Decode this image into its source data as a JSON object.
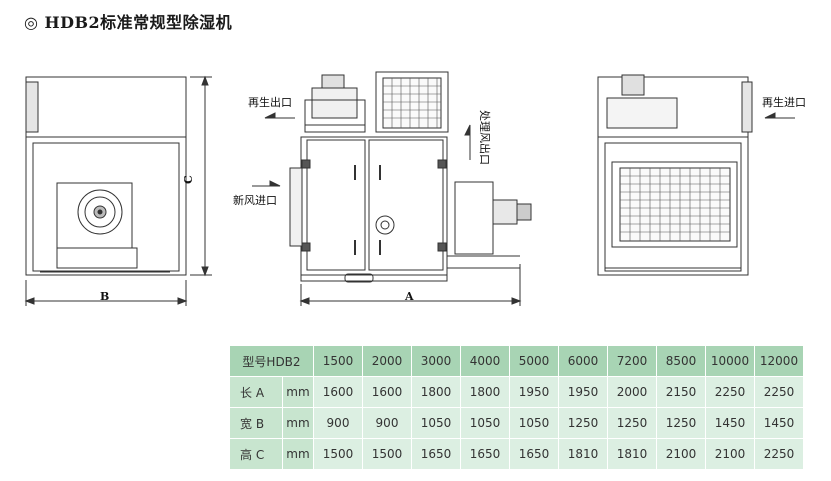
{
  "title": "◎ HDB2标准常规型除湿机",
  "drawing_labels": {
    "regen_outlet": "再生出口",
    "fresh_air_inlet": "新风进口",
    "process_outlet": "处理风出口",
    "regen_inlet": "再生进口",
    "dim_a": "A",
    "dim_b": "B",
    "dim_c": "C"
  },
  "table": {
    "header_label": "型号HDB2",
    "models": [
      "1500",
      "2000",
      "3000",
      "4000",
      "5000",
      "6000",
      "7200",
      "8500",
      "10000",
      "12000"
    ],
    "rows": [
      {
        "label": "长 A",
        "unit": "mm",
        "values": [
          "1600",
          "1600",
          "1800",
          "1800",
          "1950",
          "1950",
          "2000",
          "2150",
          "2250",
          "2250"
        ]
      },
      {
        "label": "宽 B",
        "unit": "mm",
        "values": [
          "900",
          "900",
          "1050",
          "1050",
          "1050",
          "1250",
          "1250",
          "1250",
          "1450",
          "1450"
        ]
      },
      {
        "label": "高 C",
        "unit": "mm",
        "values": [
          "1500",
          "1500",
          "1650",
          "1650",
          "1650",
          "1810",
          "1810",
          "2100",
          "2100",
          "2250"
        ]
      }
    ]
  }
}
